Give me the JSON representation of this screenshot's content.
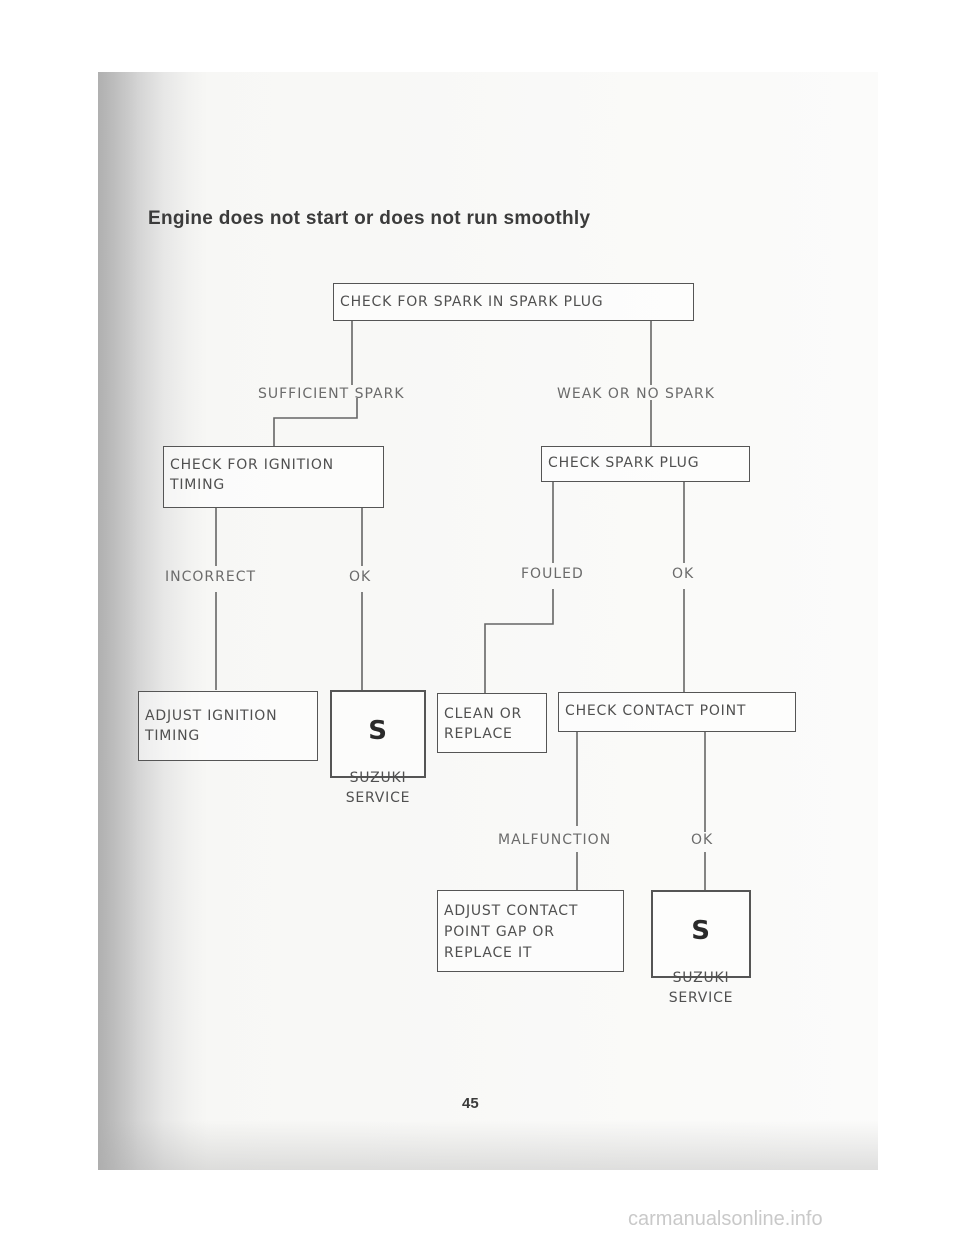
{
  "title": "Engine does not start or does not run smoothly",
  "nodes": {
    "check_spark": "CHECK FOR SPARK IN SPARK PLUG",
    "check_timing": "CHECK FOR IGNITION\nTIMING",
    "check_plug": "CHECK SPARK PLUG",
    "adjust_timing": "ADJUST IGNITION\nTIMING",
    "service_1_logo": "S",
    "service_1": "SUZUKI\nSERVICE",
    "clean_replace": "CLEAN OR\nREPLACE",
    "check_contact": "CHECK CONTACT POINT",
    "adjust_contact": "ADJUST CONTACT\nPOINT GAP OR\nREPLACE IT",
    "service_2_logo": "S",
    "service_2": "SUZUKI\nSERVICE"
  },
  "edge_labels": {
    "sufficient_spark": "SUFFICIENT SPARK",
    "weak_no_spark": "WEAK OR NO SPARK",
    "incorrect": "INCORRECT",
    "ok_timing": "OK",
    "fouled": "FOULED",
    "ok_plug": "OK",
    "malfunction": "MALFUNCTION",
    "ok_contact": "OK"
  },
  "page_number": "45",
  "watermark": "carmanualsonline.info"
}
